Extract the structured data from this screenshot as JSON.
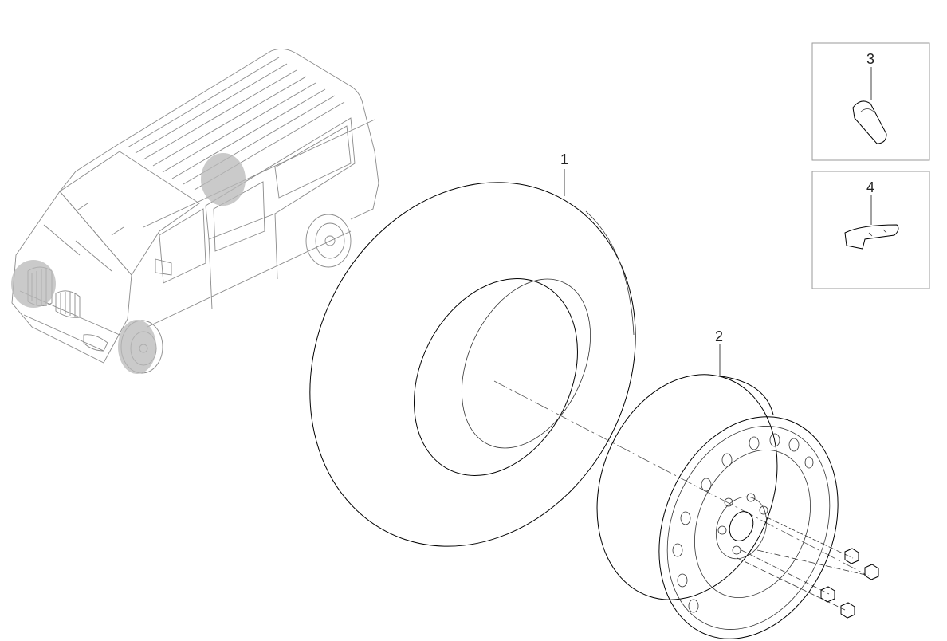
{
  "callouts": [
    {
      "id": "tire",
      "number": "1"
    },
    {
      "id": "wheel-rim",
      "number": "2"
    },
    {
      "id": "valve-stem",
      "number": "3"
    },
    {
      "id": "balance-weight",
      "number": "4"
    }
  ],
  "colors": {
    "line": "#000000",
    "light_line": "#8a8a8a",
    "highlight": "#b8b8b8",
    "inset_border": "#9a9a9a"
  }
}
